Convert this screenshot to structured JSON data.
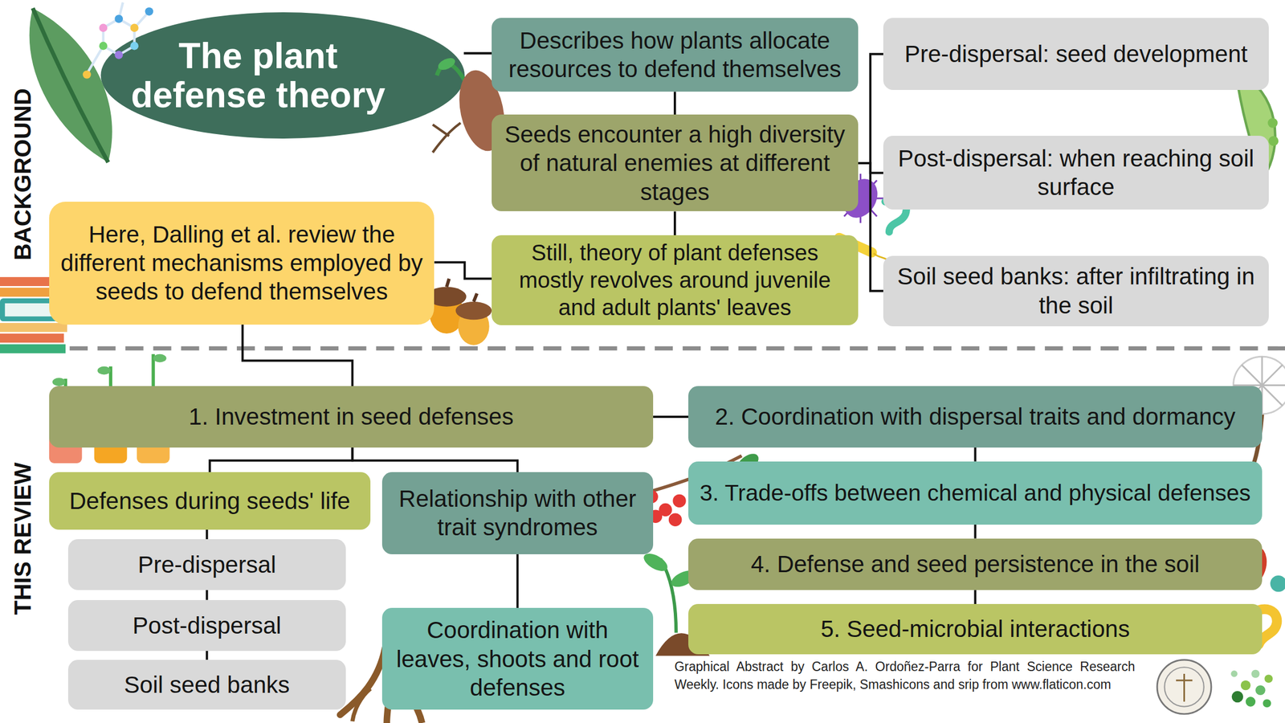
{
  "diagram": {
    "title": "The plant defense theory",
    "caption": "Graphical Abstract by Carlos A. Ordoñez-Parra for Plant Science Research Weekly. Icons made by Freepik, Smashicons and srip from www.flaticon.com",
    "nodes": [
      {
        "text": [
          "Describes how plants allocate resources to defend themselves"
        ]
      },
      {
        "text": [
          "Seeds encounter a high diversity of natural enemies at different stages"
        ]
      },
      {
        "text": [
          "Still, theory of plant defenses mostly revolves around juvenile and adult plants' leaves"
        ]
      },
      {
        "text": [
          "Here, Dalling et al. review the different mechanisms employed by seeds to defend themselves"
        ]
      },
      {
        "text": [
          "Pre-dispersal: seed development"
        ]
      },
      {
        "text": [
          "Post-dispersal: when reaching soil surface"
        ]
      },
      {
        "text": [
          "Soil seed banks: after infiltrating in the soil"
        ]
      },
      {
        "text": [
          "1. Investment in seed defenses"
        ]
      },
      {
        "text": [
          "2. Coordination with dispersal traits and dormancy"
        ]
      },
      {
        "text": [
          "3. Trade-offs between chemical and physical defenses"
        ]
      },
      {
        "text": [
          "4. Defense and seed persistence in the soil"
        ]
      },
      {
        "text": [
          "5. Seed-microbial interactions"
        ]
      },
      {
        "text": [
          "Defenses during seeds' life"
        ]
      },
      {
        "text": [
          "Relationship with other trait syndromes"
        ]
      },
      {
        "text": [
          "Pre-dispersal"
        ]
      },
      {
        "text": [
          "Post-dispersal"
        ]
      },
      {
        "text": [
          "Soil seed banks"
        ]
      },
      {
        "text": [
          "Coordination with leaves, shoots and root defenses"
        ]
      }
    ],
    "edges": [
      {
        "from": 0,
        "to": 1,
        "arrow": "none"
      },
      {
        "from": 1,
        "to": 2,
        "arrow": "none"
      },
      {
        "from": 1,
        "to": 4,
        "arrow": "none"
      },
      {
        "from": 1,
        "to": 5,
        "arrow": "none"
      },
      {
        "from": 1,
        "to": 6,
        "arrow": "none"
      },
      {
        "from": 2,
        "to": 3,
        "arrow": "none"
      },
      {
        "from": 3,
        "to": 7,
        "arrow": "none"
      },
      {
        "from": 7,
        "to": 8,
        "arrow": "none"
      },
      {
        "from": 8,
        "to": 9,
        "arrow": "none"
      },
      {
        "from": 9,
        "to": 10,
        "arrow": "none"
      },
      {
        "from": 10,
        "to": 11,
        "arrow": "none"
      },
      {
        "from": 7,
        "to": 12,
        "arrow": "none"
      },
      {
        "from": 7,
        "to": 13,
        "arrow": "none"
      },
      {
        "from": 12,
        "to": 14,
        "arrow": "none"
      },
      {
        "from": 14,
        "to": 15,
        "arrow": "none"
      },
      {
        "from": 15,
        "to": 16,
        "arrow": "none"
      },
      {
        "from": 13,
        "to": 17,
        "arrow": "none"
      }
    ],
    "labels": [
      "BACKGROUND",
      "THIS REVIEW"
    ]
  }
}
